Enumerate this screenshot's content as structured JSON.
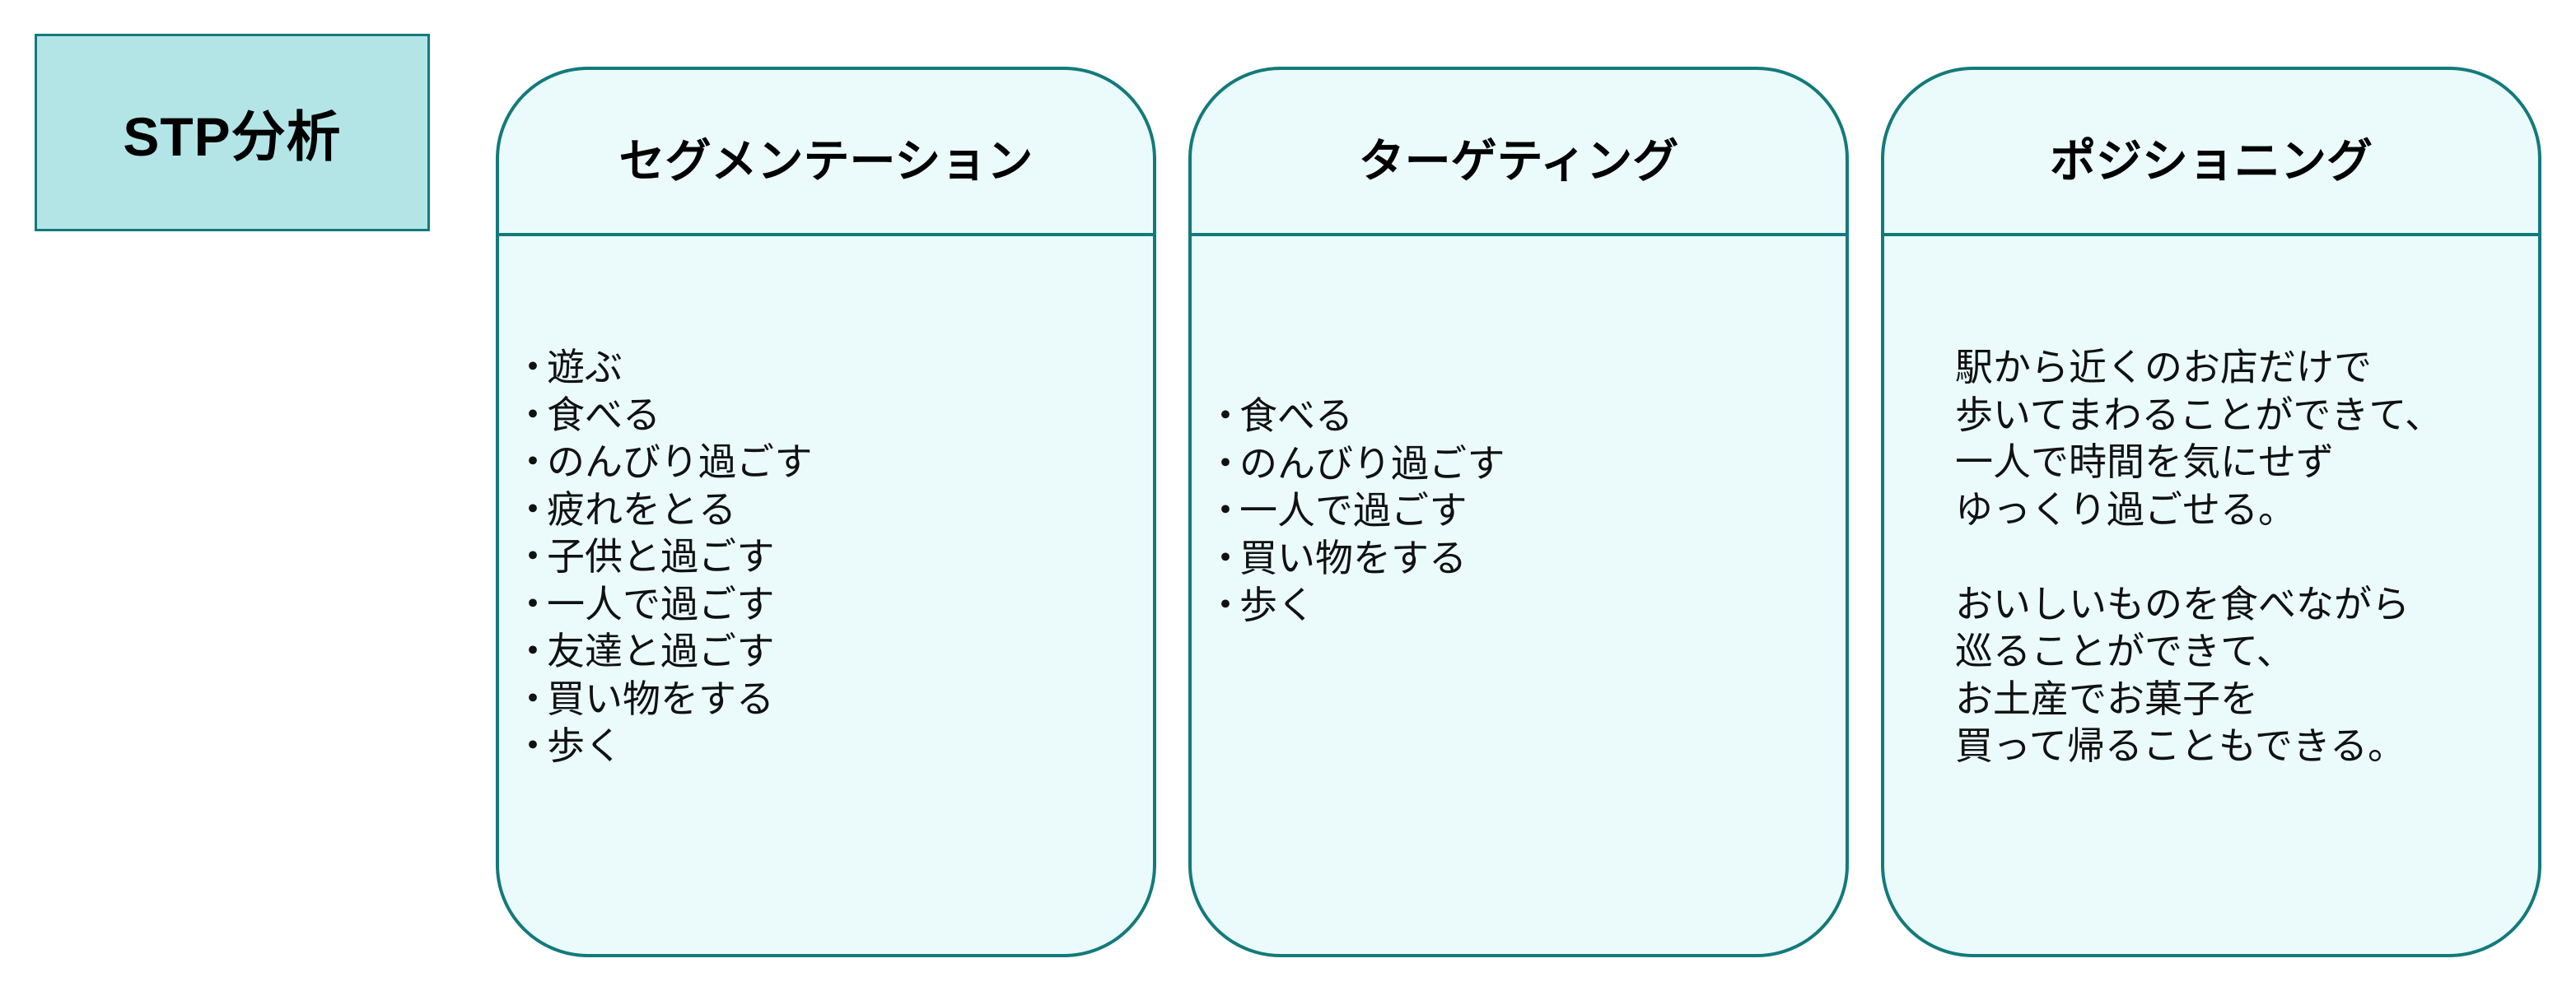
{
  "title": "STP分析",
  "bullet_marker": "・",
  "colors": {
    "title_fill": "#b3e5e7",
    "card_fill": "#ebfbfc",
    "border": "#137a7b"
  },
  "columns": [
    {
      "heading": "セグメンテーション",
      "items": [
        "遊ぶ",
        "食べる",
        "のんびり過ごす",
        "疲れをとる",
        "子供と過ごす",
        "一人で過ごす",
        "友達と過ごす",
        "買い物をする",
        "歩く"
      ]
    },
    {
      "heading": "ターゲティング",
      "items": [
        "食べる",
        "のんびり過ごす",
        "一人で過ごす",
        "買い物をする",
        "歩く"
      ]
    },
    {
      "heading": "ポジショニング",
      "paragraphs": [
        [
          "駅から近くのお店だけで",
          "歩いてまわることができて、",
          "一人で時間を気にせず",
          "ゆっくり過ごせる。"
        ],
        [
          "おいしいものを食べながら",
          "巡ることができて、",
          "お土産でお菓子を",
          "買って帰ることもできる。"
        ]
      ]
    }
  ]
}
